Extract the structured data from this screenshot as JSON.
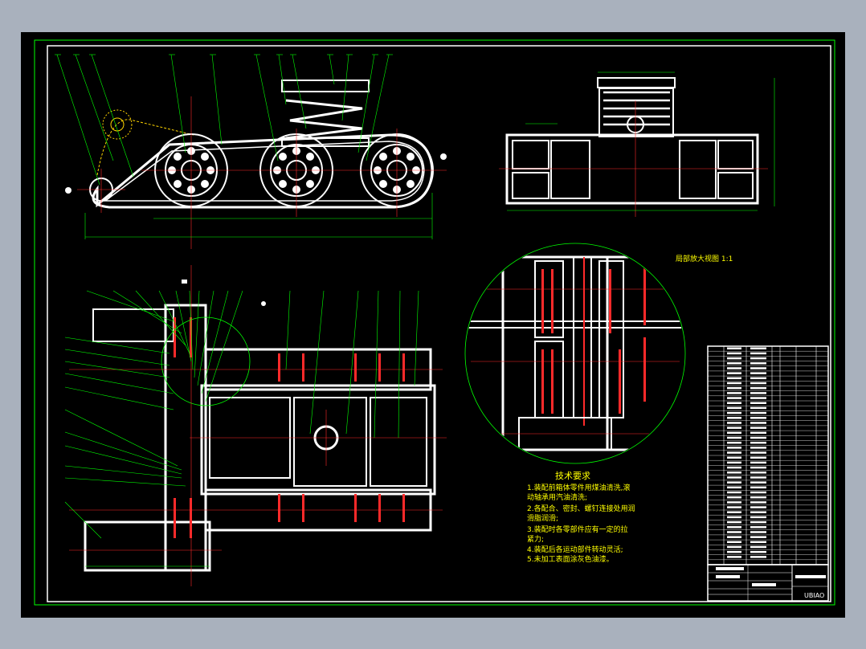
{
  "drawing": {
    "detail_view_title": "局部放大视图 1:1",
    "tech_req": {
      "title": "技术要求",
      "lines": [
        "1.装配前箱体零件用煤油清洗,滚",
        "  动轴承用汽油清洗;",
        "2.各配合、密封、螺钉连接处用润",
        "  滑脂润滑;",
        "3.装配时各零部件应有一定的拉",
        "  紧力;",
        "4.装配后各运动部件转动灵活;",
        "5.未加工表面涂灰色油漆。"
      ]
    },
    "title_block": {
      "company": "UBIAO"
    }
  },
  "colors": {
    "background": "#000000",
    "frame": "#ffffff",
    "leader": "#00ff00",
    "center": "#ff2a2a",
    "text": "#ffff00",
    "chain": "#ffd400"
  }
}
